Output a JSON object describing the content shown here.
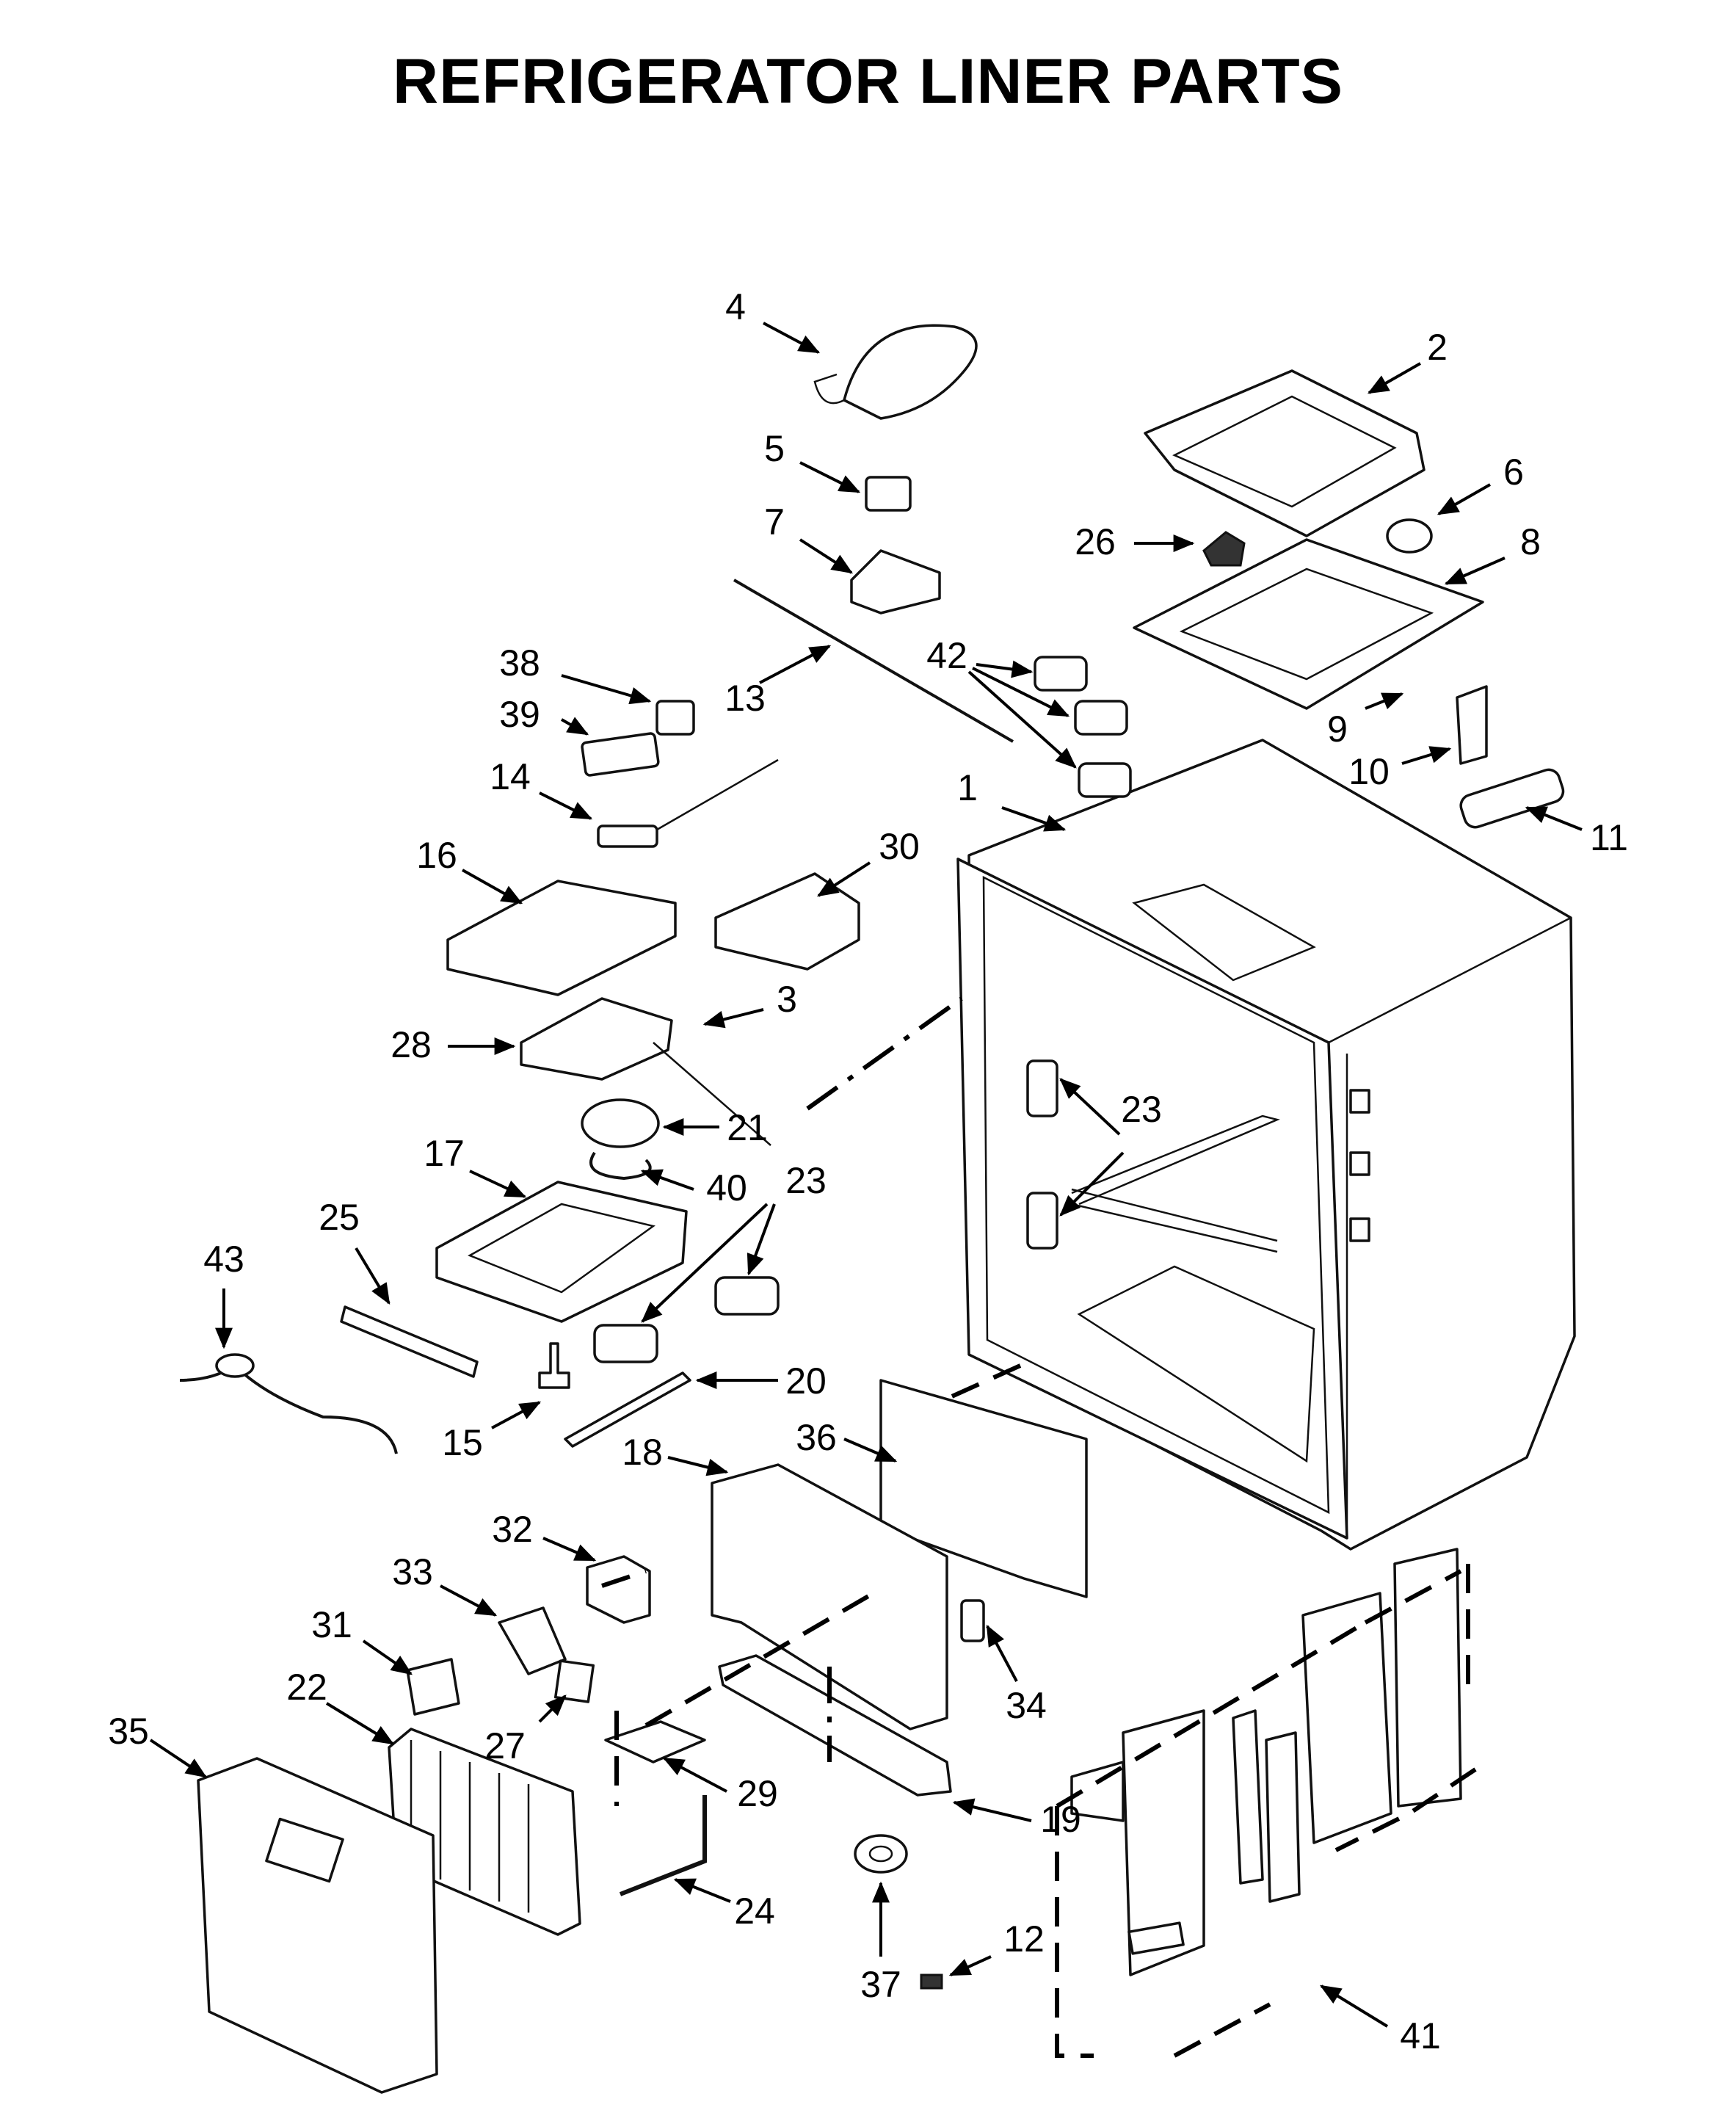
{
  "title": "REFRIGERATOR LINER PARTS",
  "callouts": [
    "1",
    "2",
    "3",
    "4",
    "5",
    "6",
    "7",
    "8",
    "9",
    "10",
    "11",
    "12",
    "13",
    "14",
    "15",
    "16",
    "17",
    "18",
    "19",
    "20",
    "21",
    "22",
    "23",
    "23",
    "23",
    "24",
    "25",
    "26",
    "27",
    "28",
    "29",
    "30",
    "31",
    "32",
    "33",
    "34",
    "35",
    "36",
    "37",
    "38",
    "39",
    "40",
    "41",
    "42",
    "43"
  ]
}
